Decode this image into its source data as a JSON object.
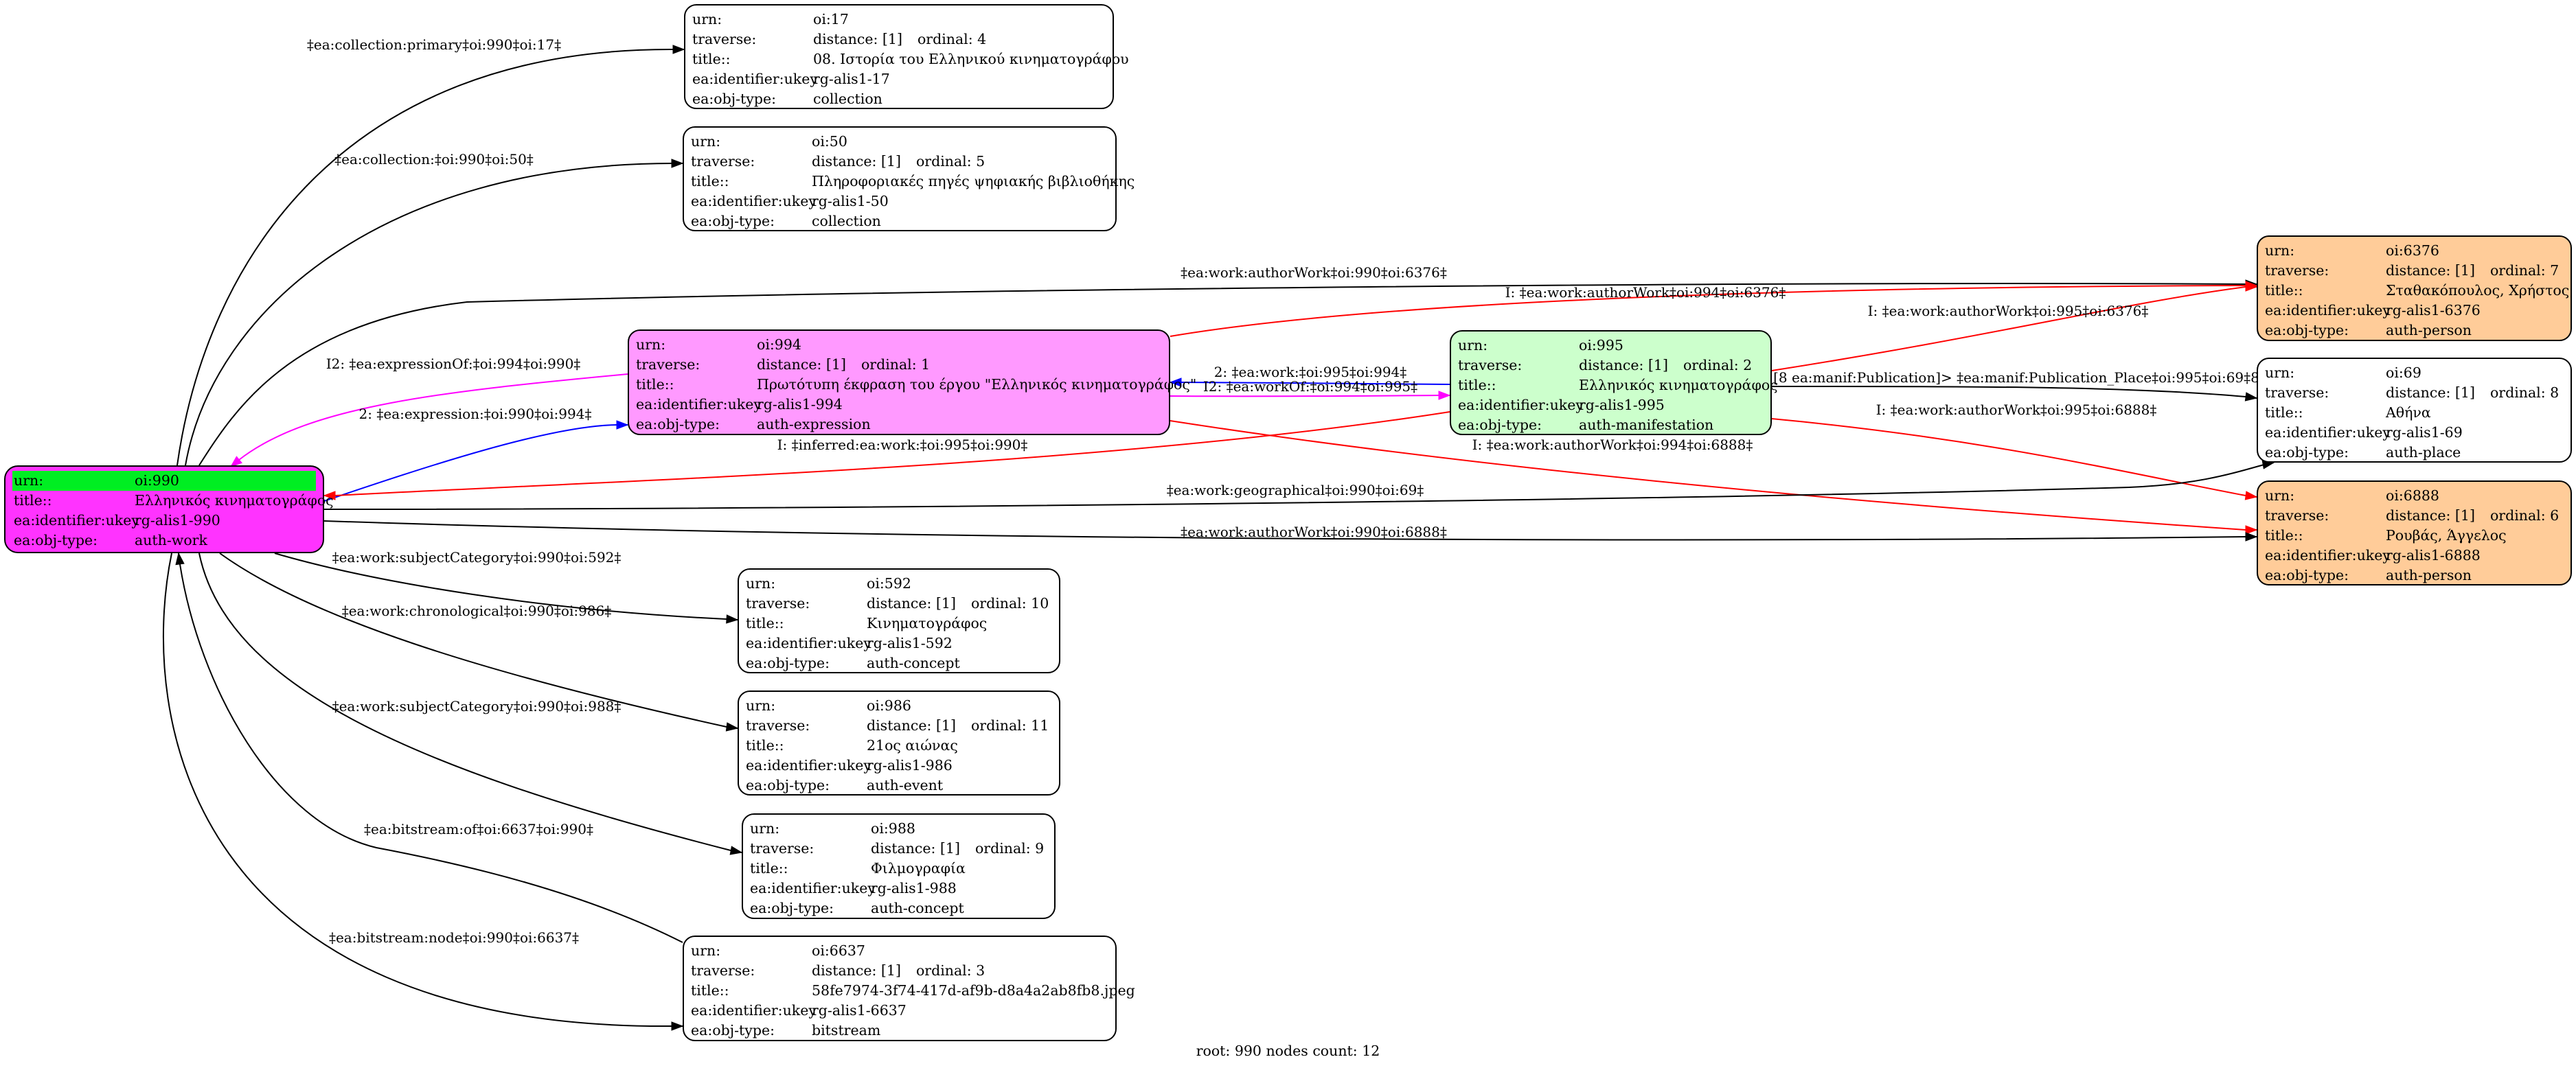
{
  "colors": {
    "root_fill": "#ff33ff",
    "root_header": "#00ee22",
    "expression_fill": "#ff99ff",
    "manifestation_fill": "#ccffcc",
    "person_fill": "#ffcc99",
    "plain_fill": "#ffffff",
    "edge_black": "#000000",
    "edge_red": "#ff0000",
    "edge_blue": "#0000ff",
    "edge_magenta": "#ff00ff"
  },
  "nodes": {
    "n990": [
      {
        "k": "urn:",
        "v": "oi:990"
      },
      {
        "k": "title::",
        "v": "Ελληνικός κινηματογράφος"
      },
      {
        "k": "ea:identifier:ukey",
        "v": "rg-alis1-990"
      },
      {
        "k": "ea:obj-type:",
        "v": "auth-work"
      }
    ],
    "n17": [
      {
        "k": "urn:",
        "v": "oi:17"
      },
      {
        "k": "traverse:",
        "v": "distance: [1]",
        "v2": "ordinal: 4"
      },
      {
        "k": "title::",
        "v": "08. Ιστορία του Ελληνικού κινηματογράφου"
      },
      {
        "k": "ea:identifier:ukey",
        "v": "rg-alis1-17"
      },
      {
        "k": "ea:obj-type:",
        "v": "collection"
      }
    ],
    "n50": [
      {
        "k": "urn:",
        "v": "oi:50"
      },
      {
        "k": "traverse:",
        "v": "distance: [1]",
        "v2": "ordinal: 5"
      },
      {
        "k": "title::",
        "v": "Πληροφοριακές πηγές ψηφιακής βιβλιοθήκης"
      },
      {
        "k": "ea:identifier:ukey",
        "v": "rg-alis1-50"
      },
      {
        "k": "ea:obj-type:",
        "v": "collection"
      }
    ],
    "n994": [
      {
        "k": "urn:",
        "v": "oi:994"
      },
      {
        "k": "traverse:",
        "v": "distance: [1]",
        "v2": "ordinal: 1"
      },
      {
        "k": "title::",
        "v": "Πρωτότυπη έκφραση του έργου \"Ελληνικός κινηματογράφος\""
      },
      {
        "k": "ea:identifier:ukey",
        "v": "rg-alis1-994"
      },
      {
        "k": "ea:obj-type:",
        "v": "auth-expression"
      }
    ],
    "n995": [
      {
        "k": "urn:",
        "v": "oi:995"
      },
      {
        "k": "traverse:",
        "v": "distance: [1]",
        "v2": "ordinal: 2"
      },
      {
        "k": "title::",
        "v": "Ελληνικός κινηματογράφος"
      },
      {
        "k": "ea:identifier:ukey",
        "v": "rg-alis1-995"
      },
      {
        "k": "ea:obj-type:",
        "v": "auth-manifestation"
      }
    ],
    "n6376": [
      {
        "k": "urn:",
        "v": "oi:6376"
      },
      {
        "k": "traverse:",
        "v": "distance: [1]",
        "v2": "ordinal: 7"
      },
      {
        "k": "title::",
        "v": "Σταθακόπουλος, Χρήστος"
      },
      {
        "k": "ea:identifier:ukey",
        "v": "rg-alis1-6376"
      },
      {
        "k": "ea:obj-type:",
        "v": "auth-person"
      }
    ],
    "n69": [
      {
        "k": "urn:",
        "v": "oi:69"
      },
      {
        "k": "traverse:",
        "v": "distance: [1]",
        "v2": "ordinal: 8"
      },
      {
        "k": "title::",
        "v": "Αθήνα"
      },
      {
        "k": "ea:identifier:ukey",
        "v": "rg-alis1-69"
      },
      {
        "k": "ea:obj-type:",
        "v": "auth-place"
      }
    ],
    "n6888": [
      {
        "k": "urn:",
        "v": "oi:6888"
      },
      {
        "k": "traverse:",
        "v": "distance: [1]",
        "v2": "ordinal: 6"
      },
      {
        "k": "title::",
        "v": "Ρουβάς, Άγγελος"
      },
      {
        "k": "ea:identifier:ukey",
        "v": "rg-alis1-6888"
      },
      {
        "k": "ea:obj-type:",
        "v": "auth-person"
      }
    ],
    "n592": [
      {
        "k": "urn:",
        "v": "oi:592"
      },
      {
        "k": "traverse:",
        "v": "distance: [1]",
        "v2": "ordinal: 10"
      },
      {
        "k": "title::",
        "v": "Κινηματογράφος"
      },
      {
        "k": "ea:identifier:ukey",
        "v": "rg-alis1-592"
      },
      {
        "k": "ea:obj-type:",
        "v": "auth-concept"
      }
    ],
    "n986": [
      {
        "k": "urn:",
        "v": "oi:986"
      },
      {
        "k": "traverse:",
        "v": "distance: [1]",
        "v2": "ordinal: 11"
      },
      {
        "k": "title::",
        "v": "21ος αιώνας"
      },
      {
        "k": "ea:identifier:ukey",
        "v": "rg-alis1-986"
      },
      {
        "k": "ea:obj-type:",
        "v": "auth-event"
      }
    ],
    "n988": [
      {
        "k": "urn:",
        "v": "oi:988"
      },
      {
        "k": "traverse:",
        "v": "distance: [1]",
        "v2": "ordinal: 9"
      },
      {
        "k": "title::",
        "v": "Φιλμογραφία"
      },
      {
        "k": "ea:identifier:ukey",
        "v": "rg-alis1-988"
      },
      {
        "k": "ea:obj-type:",
        "v": "auth-concept"
      }
    ],
    "n6637": [
      {
        "k": "urn:",
        "v": "oi:6637"
      },
      {
        "k": "traverse:",
        "v": "distance: [1]",
        "v2": "ordinal: 3"
      },
      {
        "k": "title::",
        "v": "58fe7974-3f74-417d-af9b-d8a4a2ab8fb8.jpeg"
      },
      {
        "k": "ea:identifier:ukey",
        "v": "rg-alis1-6637"
      },
      {
        "k": "ea:obj-type:",
        "v": "bitstream"
      }
    ]
  },
  "edges": [
    {
      "id": "e1",
      "label": "‡ea:collection:primary‡oi:990‡oi:17‡",
      "color": "#000000"
    },
    {
      "id": "e2",
      "label": "‡ea:collection:‡oi:990‡oi:50‡",
      "color": "#000000"
    },
    {
      "id": "e3",
      "label": "‡ea:work:authorWork‡oi:990‡oi:6376‡",
      "color": "#000000"
    },
    {
      "id": "e4",
      "label": "I: ‡ea:work:authorWork‡oi:994‡oi:6376‡",
      "color": "#ff0000"
    },
    {
      "id": "e5",
      "label": "I: ‡ea:work:authorWork‡oi:995‡oi:6376‡",
      "color": "#ff0000"
    },
    {
      "id": "e6",
      "label": "I2: ‡ea:expressionOf:‡oi:994‡oi:990‡",
      "color": "#ff00ff"
    },
    {
      "id": "e7",
      "label": "2: ‡ea:expression:‡oi:990‡oi:994‡",
      "color": "#0000ff"
    },
    {
      "id": "e8",
      "label": "2: ‡ea:work:‡oi:995‡oi:994‡",
      "color": "#0000ff"
    },
    {
      "id": "e9",
      "label": "I2: ‡ea:workOf:‡oi:994‡oi:995‡",
      "color": "#ff00ff"
    },
    {
      "id": "e10",
      "label": "[8 ea:manif:Publication]> ‡ea:manif:Publication_Place‡oi:995‡oi:69‡8",
      "color": "#000000"
    },
    {
      "id": "e11",
      "label": "I: ‡ea:work:authorWork‡oi:995‡oi:6888‡",
      "color": "#ff0000"
    },
    {
      "id": "e12",
      "label": "I: ‡inferred:ea:work:‡oi:995‡oi:990‡",
      "color": "#ff0000"
    },
    {
      "id": "e13",
      "label": "I: ‡ea:work:authorWork‡oi:994‡oi:6888‡",
      "color": "#ff0000"
    },
    {
      "id": "e14",
      "label": "‡ea:work:geographical‡oi:990‡oi:69‡",
      "color": "#000000"
    },
    {
      "id": "e15",
      "label": "‡ea:work:authorWork‡oi:990‡oi:6888‡",
      "color": "#000000"
    },
    {
      "id": "e16",
      "label": "‡ea:work:subjectCategory‡oi:990‡oi:592‡",
      "color": "#000000"
    },
    {
      "id": "e17",
      "label": "‡ea:work:chronological‡oi:990‡oi:986‡",
      "color": "#000000"
    },
    {
      "id": "e18",
      "label": "‡ea:work:subjectCategory‡oi:990‡oi:988‡",
      "color": "#000000"
    },
    {
      "id": "e19",
      "label": "‡ea:bitstream:of‡oi:6637‡oi:990‡",
      "color": "#000000"
    },
    {
      "id": "e20",
      "label": "‡ea:bitstream:node‡oi:990‡oi:6637‡",
      "color": "#000000"
    }
  ],
  "footer": "root: 990 nodes count: 12"
}
